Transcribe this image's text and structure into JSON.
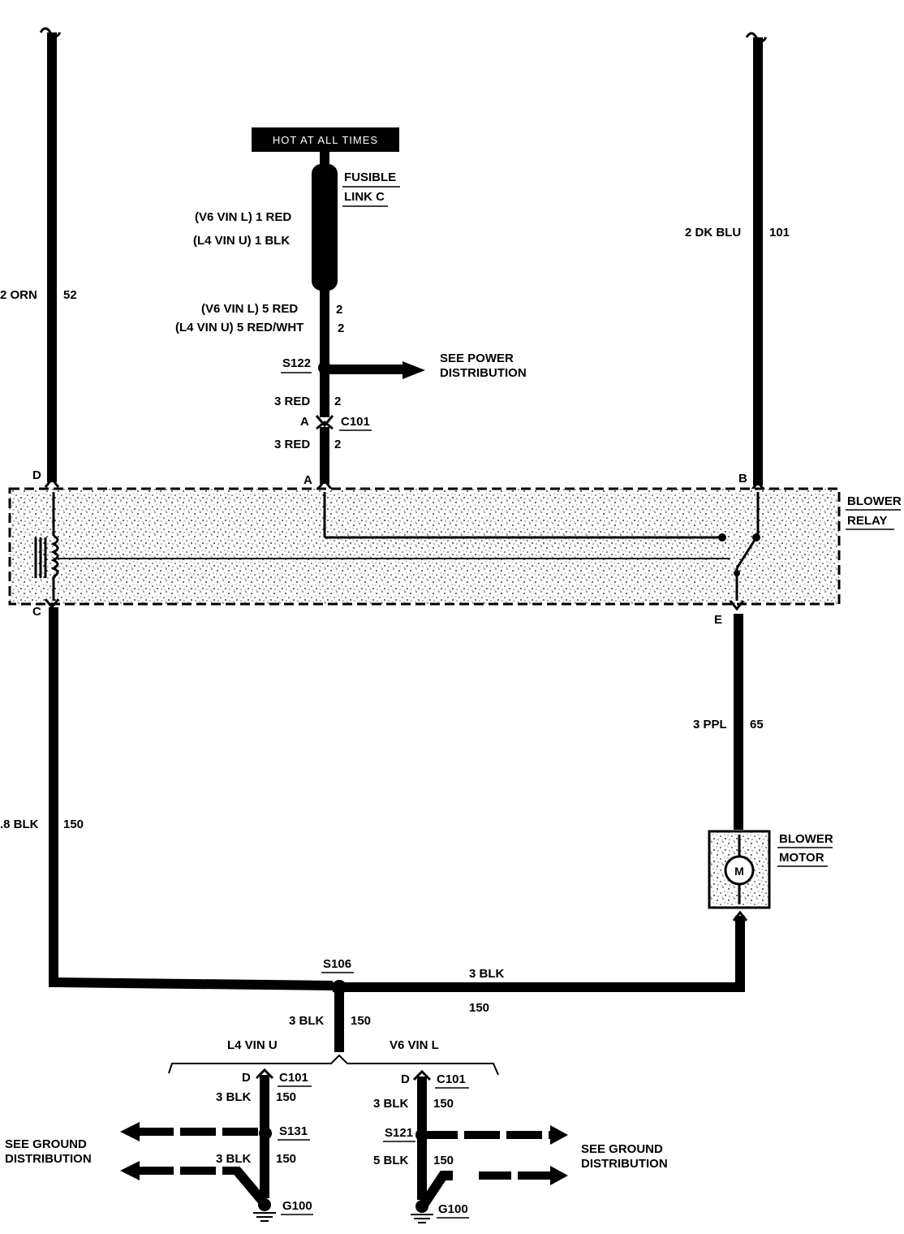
{
  "power": {
    "hot_label": "HOT AT ALL TIMES",
    "fusible_link_line1": "FUSIBLE",
    "fusible_link_line2": "LINK C",
    "v6_1red": "(V6 VIN L) 1 RED",
    "l4_1blk": "(L4 VIN U)  1 BLK",
    "v6_5red": "(V6 VIN L)  5 RED",
    "l4_5redwht": "(L4 VIN U) 5 RED/WHT",
    "circuit_2a": "2",
    "circuit_2b": "2",
    "splice_s122": "S122",
    "see_power_line1": "SEE POWER",
    "see_power_line2": "DISTRIBUTION",
    "wire_3red_upper": "3 RED",
    "circuit_2c": "2",
    "conn_a_upper": "A",
    "conn_c101_top": "C101",
    "wire_3red_lower": "3 RED",
    "circuit_2d": "2"
  },
  "left_wire": {
    "color_label": "2 ORN",
    "circuit": "52",
    "term_d": "D",
    "term_c": "C",
    "lower_color_label": ".8 BLK",
    "lower_circuit": "150"
  },
  "right_wire": {
    "color_label": "2 DK BLU",
    "circuit": "101",
    "term_b": "B",
    "term_e": "E",
    "lower_color_label": "3 PPL",
    "lower_circuit": "65"
  },
  "relay": {
    "term_a": "A",
    "label_line1": "BLOWER",
    "label_line2": "RELAY"
  },
  "motor": {
    "label_line1": "BLOWER",
    "label_line2": "MOTOR",
    "symbol": "M"
  },
  "ground": {
    "splice_s106": "S106",
    "bottom_3blk": "3 BLK",
    "bottom_150": "150",
    "stem_3blk": "3 BLK",
    "stem_150": "150",
    "l4_label": "L4 VIN U",
    "v6_label": "V6 VIN L",
    "left_conn_d": "D",
    "left_c101": "C101",
    "left_3blk_a": "3 BLK",
    "left_150_a": "150",
    "left_s131": "S131",
    "left_3blk_b": "3 BLK",
    "left_150_b": "150",
    "left_g100": "G100",
    "see_ground_left_1": "SEE GROUND",
    "see_ground_left_2": "DISTRIBUTION",
    "right_conn_d": "D",
    "right_c101": "C101",
    "right_3blk_a": "3 BLK",
    "right_150_a": "150",
    "right_s121": "S121",
    "right_5blk": "5 BLK",
    "right_150_b": "150",
    "right_g100": "G100",
    "see_ground_right_1": "SEE GROUND",
    "see_ground_right_2": "DISTRIBUTION"
  }
}
